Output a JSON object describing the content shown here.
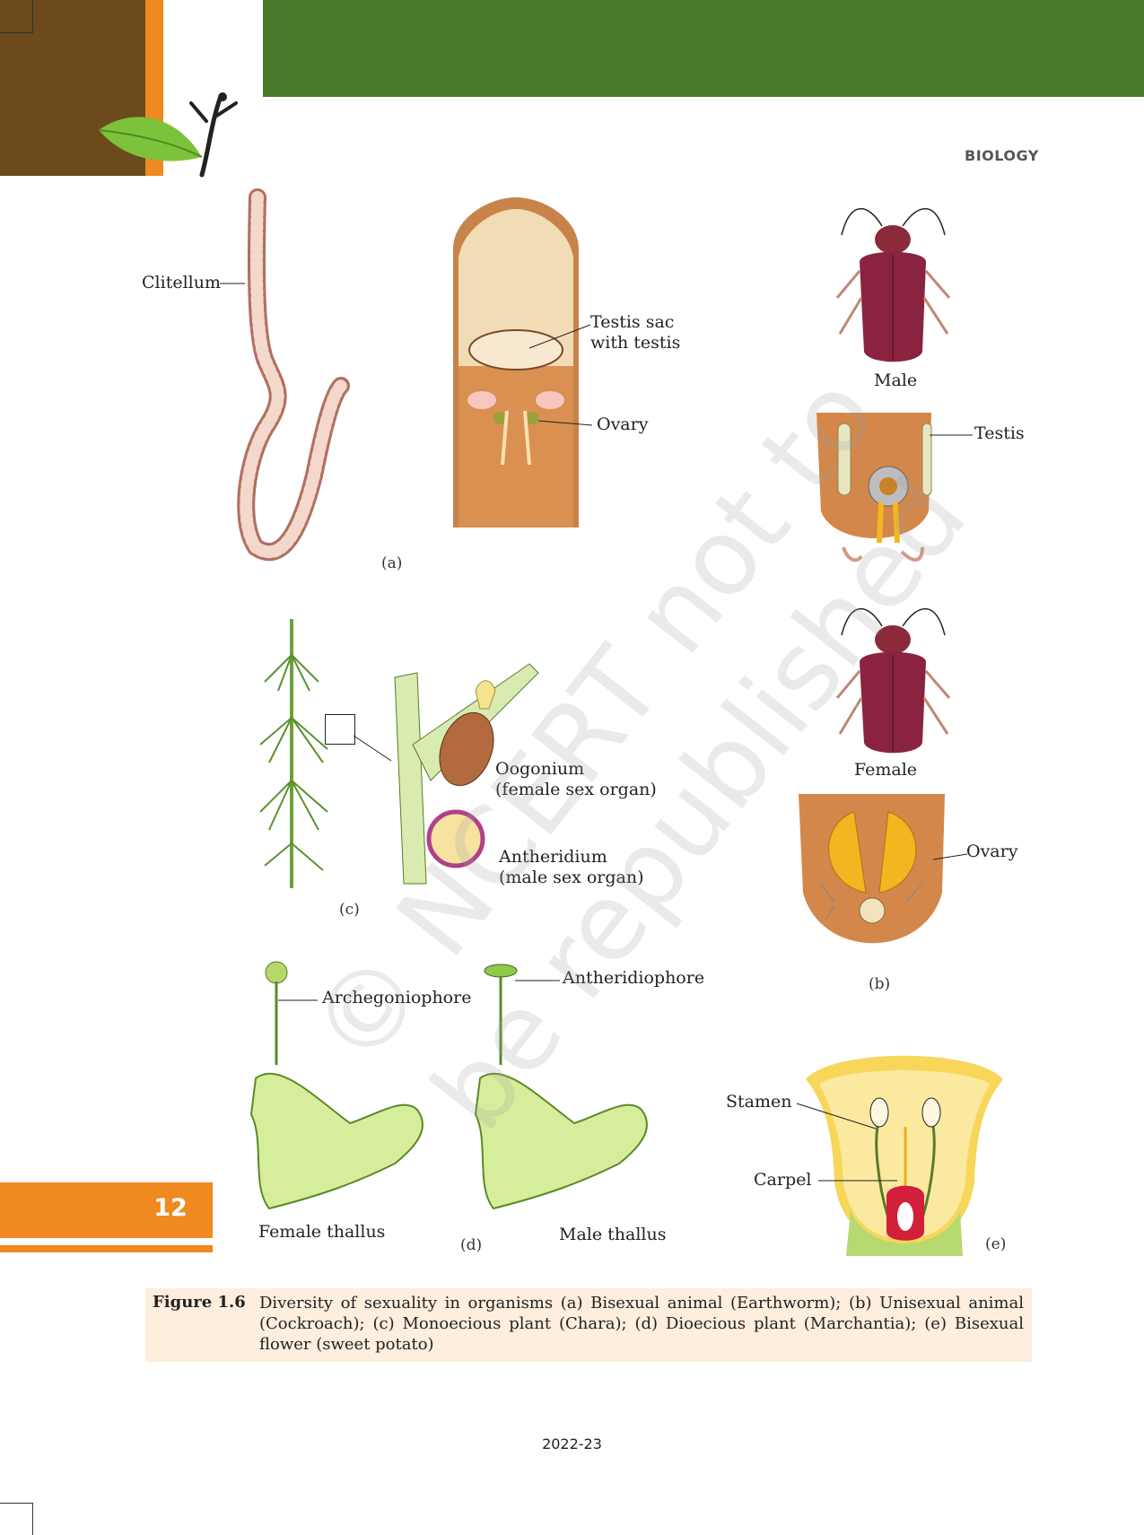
{
  "header": {
    "subject": "BIOLOGY"
  },
  "figure": {
    "panel_a": {
      "tag": "(a)",
      "clitellum": "Clitellum",
      "testis_sac": "Testis sac\nwith testis",
      "ovary": "Ovary"
    },
    "panel_b": {
      "tag": "(b)",
      "male": "Male",
      "testis": "Testis",
      "female": "Female",
      "ovary": "Ovary"
    },
    "panel_c": {
      "tag": "(c)",
      "oogonium": "Oogonium\n(female sex organ)",
      "antheridium": "Antheridium\n(male sex organ)"
    },
    "panel_d": {
      "tag": "(d)",
      "archegoniophore": "Archegoniophore",
      "antheridiophore": "Antheridiophore",
      "female_thallus": "Female thallus",
      "male_thallus": "Male thallus"
    },
    "panel_e": {
      "tag": "(e)",
      "stamen": "Stamen",
      "carpel": "Carpel"
    }
  },
  "watermark": "© NCERT not to be republished",
  "page_number": "12",
  "caption": {
    "label": "Figure 1.6",
    "text": "Diversity of sexuality in organisms (a) Bisexual animal (Earthworm); (b) Unisexual animal (Cockroach); (c) Monoecious plant (Chara); (d) Dioecious plant (Marchantia); (e) Bisexual flower (sweet potato)"
  },
  "footer": "2022-23",
  "colors": {
    "brown": "#6d4a1c",
    "orange": "#ee8a1f",
    "green": "#477a2a",
    "caption_bg": "#fdeede"
  }
}
